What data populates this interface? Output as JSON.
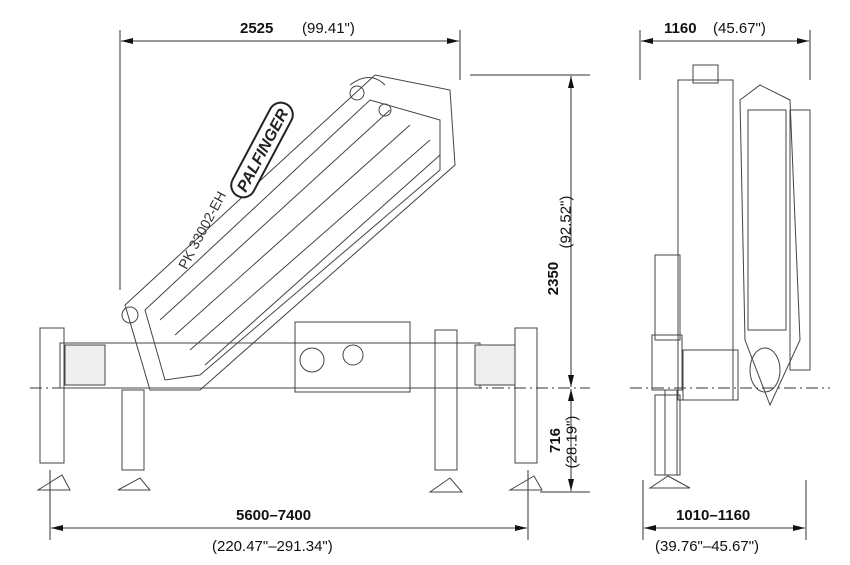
{
  "dimensions": {
    "width_side": {
      "mm": "2525",
      "in": "(99.41\")"
    },
    "width_front": {
      "mm": "1160",
      "in": "(45.67\")"
    },
    "height_above": {
      "mm": "2350",
      "in": "(92.52\")"
    },
    "height_below": {
      "mm": "716",
      "in": "(28.19\")"
    },
    "outrigger_span": {
      "mm": "5600–7400",
      "in": "(220.47\"–291.34\")"
    },
    "front_base": {
      "mm": "1010–1160",
      "in": "(39.76\"–45.67\")"
    }
  },
  "crane": {
    "brand": "PALFINGER",
    "model": "PK 33002-EH"
  }
}
